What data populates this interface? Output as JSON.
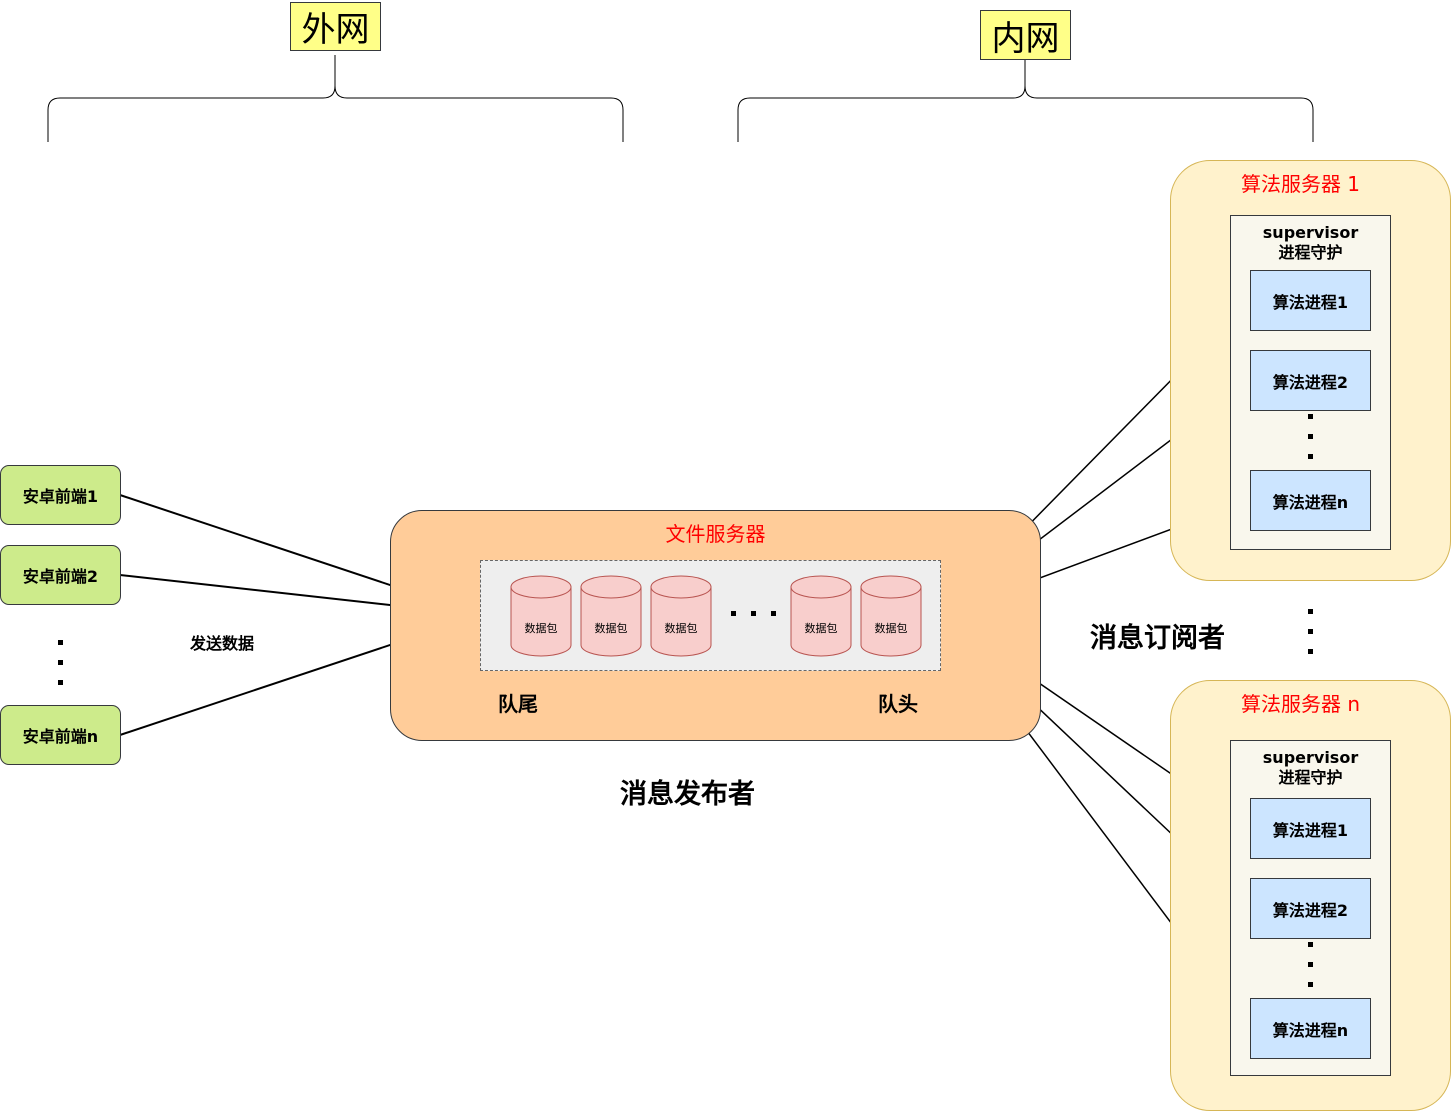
{
  "network": {
    "external_label": "外网",
    "internal_label": "内网"
  },
  "clients": {
    "items": [
      {
        "label": "安卓前端1"
      },
      {
        "label": "安卓前端2"
      },
      {
        "label": "安卓前端n"
      }
    ],
    "send_label": "发送数据"
  },
  "file_server": {
    "title": "文件服务器",
    "packets": [
      {
        "label": "数据包"
      },
      {
        "label": "数据包"
      },
      {
        "label": "数据包"
      },
      {
        "label": "数据包"
      },
      {
        "label": "数据包"
      }
    ],
    "queue_tail_label": "队尾",
    "queue_head_label": "队头"
  },
  "publisher_label": "消息发布者",
  "subscriber_label": "消息订阅者",
  "algo_servers": [
    {
      "title": "算法服务器 1",
      "supervisor_line1": "supervisor",
      "supervisor_line2": "进程守护",
      "processes": [
        {
          "label": "算法进程1"
        },
        {
          "label": "算法进程2"
        },
        {
          "label": "算法进程n"
        }
      ]
    },
    {
      "title": "算法服务器 n",
      "supervisor_line1": "supervisor",
      "supervisor_line2": "进程守护",
      "processes": [
        {
          "label": "算法进程1"
        },
        {
          "label": "算法进程2"
        },
        {
          "label": "算法进程n"
        }
      ]
    }
  ],
  "colors": {
    "client_fill": "#cdeb8b",
    "file_server_fill": "#ffcc99",
    "algo_server_fill": "#fff2cc",
    "process_fill": "#cce5ff",
    "packet_fill": "#f8cecc",
    "network_label_fill": "#ffff88",
    "title_red": "#ff0000"
  }
}
